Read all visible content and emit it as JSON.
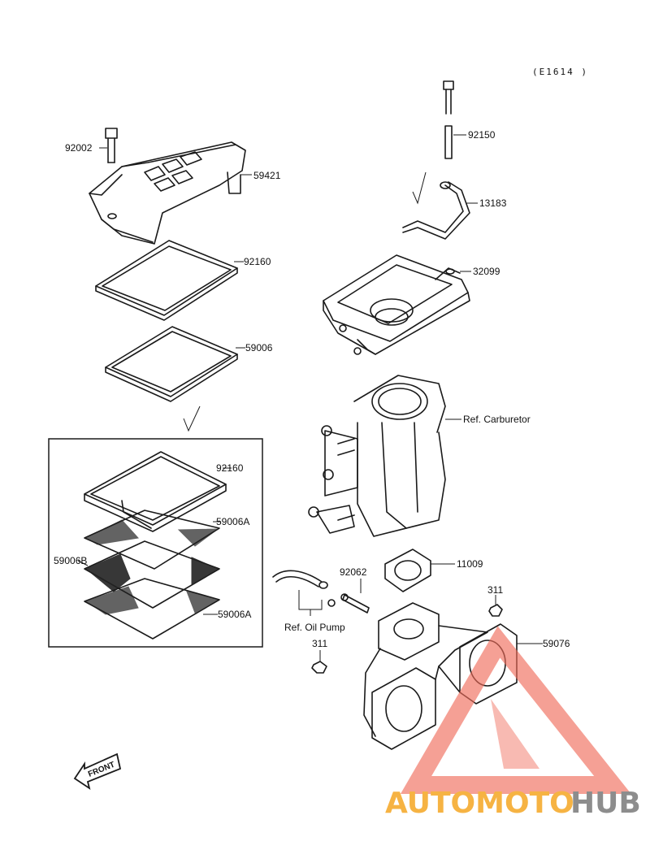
{
  "diagram": {
    "ref_code": "(E1614 )",
    "labels": {
      "p92002": "92002",
      "p59421": "59421",
      "p92160_top": "92160",
      "p59006": "59006",
      "p92160_box": "92160",
      "p59006A_1": "59006A",
      "p59006B": "59006B",
      "p59006A_2": "59006A",
      "p92150": "92150",
      "p13183": "13183",
      "p32099": "32099",
      "ref_carburetor": "Ref. Carburetor",
      "p92062": "92062",
      "p11009": "11009",
      "p311_right": "311",
      "ref_oil_pump": "Ref. Oil Pump",
      "p311_left": "311",
      "p59076": "59076"
    },
    "front_arrow": "FRONT"
  },
  "watermark": {
    "text_part1": "AUTOMOTO",
    "text_part2": "HUB",
    "colors": {
      "orange": "#f5a623",
      "red": "#e8302a",
      "gray": "#7a7a7a"
    }
  }
}
